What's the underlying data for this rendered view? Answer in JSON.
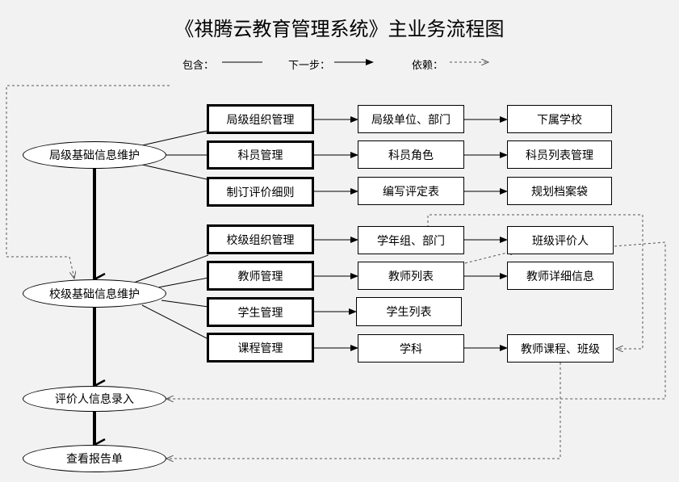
{
  "title": "《祺腾云教育管理系统》主业务流程图",
  "legend": {
    "include": "包含：",
    "next_step": "下一步：",
    "depend": "依赖："
  },
  "nodes": {
    "bureau_base": "局级基础信息维护",
    "school_base": "校级基础信息维护",
    "evaluator_entry": "评价人信息录入",
    "view_report": "查看报告单",
    "bureau_org": "局级组织管理",
    "staff_mgmt": "科员管理",
    "eval_rules": "制订评价细则",
    "bureau_unit": "局级单位、部门",
    "staff_role": "科员角色",
    "write_eval": "编写评定表",
    "sub_school": "下属学校",
    "staff_list_mgmt": "科员列表管理",
    "plan_archive": "规划档案袋",
    "school_org": "校级组织管理",
    "teacher_mgmt": "教师管理",
    "student_mgmt": "学生管理",
    "course_mgmt": "课程管理",
    "grade_dept": "学年组、部门",
    "teacher_list": "教师列表",
    "student_list": "学生列表",
    "subject": "学科",
    "class_evaluator": "班级评价人",
    "teacher_detail": "教师详细信息",
    "teacher_course_class": "教师课程、班级"
  }
}
